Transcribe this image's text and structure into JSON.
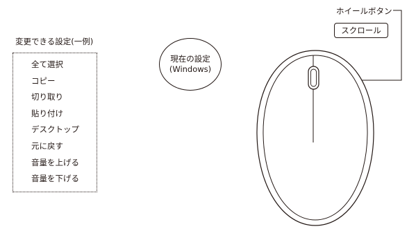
{
  "settings": {
    "title": "変更できる設定(一例)",
    "items": [
      "全て選択",
      "コピー",
      "切り取り",
      "貼り付け",
      "デスクトップ",
      "元に戻す",
      "音量を上げる",
      "音量を下げる"
    ]
  },
  "current": {
    "line1": "現在の設定",
    "line2": "(Windows)"
  },
  "wheel": {
    "label": "ホイールボタン",
    "function": "スクロール"
  },
  "colors": {
    "ink": "#231815",
    "background": "#ffffff"
  }
}
